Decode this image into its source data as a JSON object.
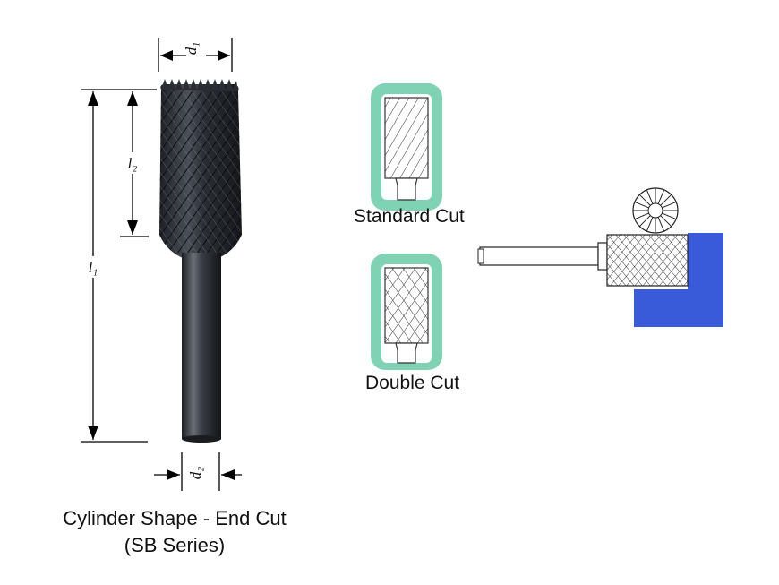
{
  "dimensions": {
    "d1": "d₁",
    "d2": "d₂",
    "l1": "l₁",
    "l2": "l₂"
  },
  "cut_types": {
    "standard": "Standard Cut",
    "double": "Double Cut"
  },
  "caption": {
    "line1": "Cylinder Shape - End Cut",
    "line2": "(SB Series)"
  },
  "colors": {
    "badge_green": "#7fd3b4",
    "workpiece_blue": "#3a5bd9",
    "burr_dark": "#2a2d33"
  }
}
